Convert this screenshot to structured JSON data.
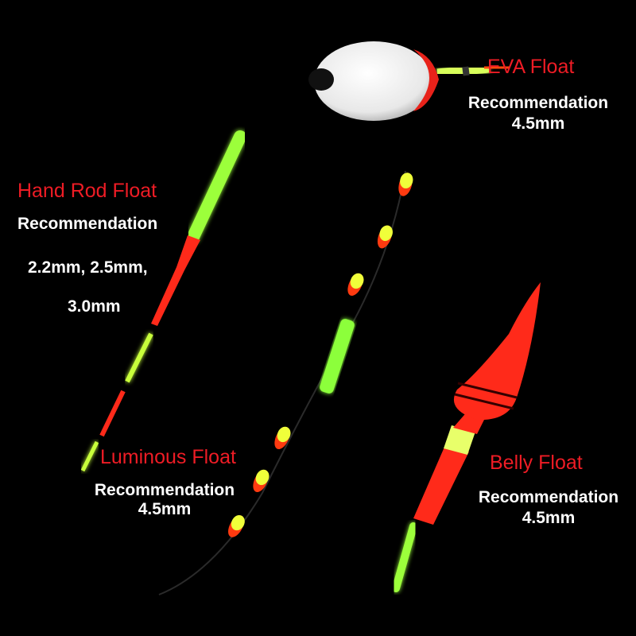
{
  "colors": {
    "background": "#000000",
    "title": "#ee1c25",
    "text": "#ffffff",
    "glow": "#b8ff3a",
    "float_red": "#ff2a1a"
  },
  "eva": {
    "title": "EVA Float",
    "label": "Recommendation",
    "size": "4.5mm"
  },
  "hand_rod": {
    "title": "Hand Rod Float",
    "label": "Recommendation",
    "size_line1": "2.2mm, 2.5mm,",
    "size_line2": "3.0mm"
  },
  "luminous": {
    "title": "Luminous Float",
    "label": "Recommendation",
    "size": "4.5mm"
  },
  "belly": {
    "title": "Belly Float",
    "label": "Recommendation",
    "size": "4.5mm"
  }
}
